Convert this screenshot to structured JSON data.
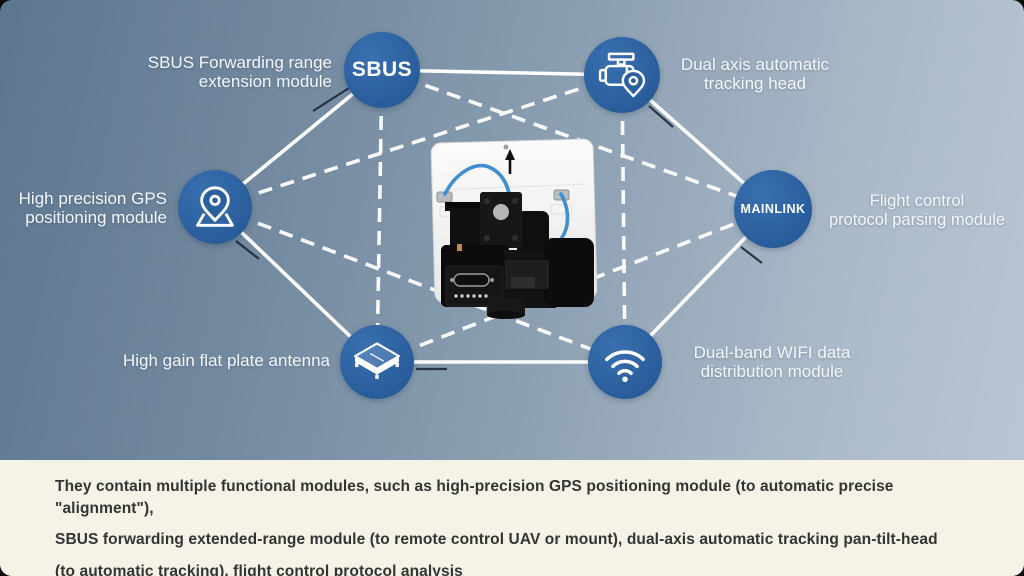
{
  "colors": {
    "bg_gradient_start": "#5d7690",
    "bg_gradient_end": "#bac7d5",
    "node_blue": "#2b5f9e",
    "line_white": "#ffffff",
    "line_dark": "#17222e",
    "cable_blue": "#3e8ed0",
    "panel_bg": "#f5f3e8",
    "panel_text": "#333333",
    "label_text": "#f4f7fa"
  },
  "nodes": [
    {
      "id": "sbus",
      "circle_text": "SBUS",
      "label_lines": [
        "SBUS Forwarding range",
        "extension module"
      ]
    },
    {
      "id": "tracking-head",
      "icon": "gimbal-camera-icon",
      "label_lines": [
        "Dual axis automatic",
        "tracking head"
      ]
    },
    {
      "id": "gps",
      "icon": "map-pin-icon",
      "label_lines": [
        "High precision GPS",
        "positioning module"
      ]
    },
    {
      "id": "mainlink",
      "circle_text": "MAINLINK",
      "label_lines": [
        "Flight control",
        "protocol parsing module"
      ]
    },
    {
      "id": "antenna",
      "icon": "flat-antenna-icon",
      "label_lines": [
        "High gain flat plate antenna"
      ]
    },
    {
      "id": "wifi",
      "icon": "wifi-icon",
      "label_lines": [
        "Dual-band WIFI data",
        "distribution module"
      ]
    }
  ],
  "center_device": {
    "name": "tracking-antenna-device-photo",
    "arrow": "up"
  },
  "bottom_panel": {
    "lines": [
      "They contain multiple functional modules, such as high-precision GPS positioning module (to automatic precise \"alignment\"),",
      "SBUS forwarding extended-range module (to remote control UAV or mount), dual-axis automatic tracking pan-tilt-head",
      "(to automatic tracking), flight control protocol analysis"
    ]
  }
}
